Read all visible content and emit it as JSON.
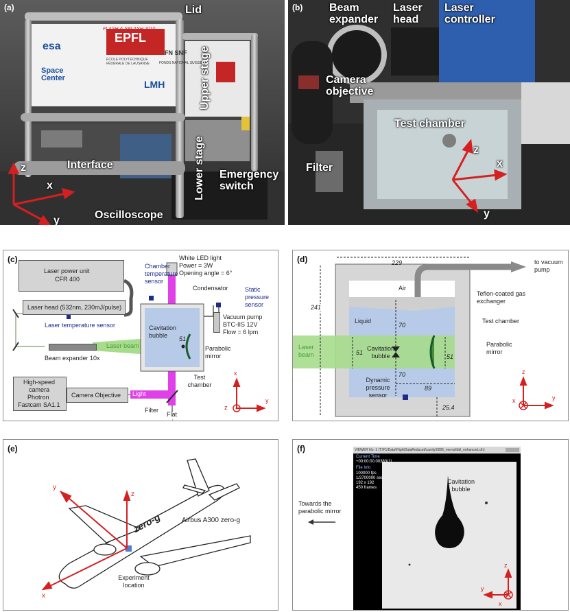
{
  "panels": {
    "a": {
      "label": "(a)",
      "annotations": {
        "lid": "Lid",
        "upper_stage": "Upper stage",
        "lower_stage": "Lower stage",
        "interface": "Interface",
        "emergency_switch": "Emergency switch",
        "oscilloscope": "Oscilloscope"
      },
      "rack_text": {
        "esa": "esa",
        "space_center": "Space Center",
        "flash_splash": "FLASH & SPLASH 2010",
        "epfl": "EPFL",
        "epfl_sub": "ÉCOLE POLYTECHNIQUE FÉDÉRALE DE LAUSANNE",
        "fns": "FN SNF",
        "fns_sub": "FONDS NATIONAL SUISSE",
        "lmh": "LMH"
      },
      "axes": {
        "z": "z",
        "x": "x",
        "y": "y"
      }
    },
    "b": {
      "label": "(b)",
      "annotations": {
        "beam_expander": "Beam expander",
        "laser_head": "Laser head",
        "laser_controller": "Laser controller",
        "camera_objective": "Camera objective",
        "test_chamber": "Test chamber",
        "filter": "Filter"
      },
      "axes": {
        "z": "z",
        "x": "x",
        "y": "y"
      }
    },
    "c": {
      "label": "(c)",
      "laser_power_unit": "Laser power unit",
      "cfr": "CFR 400",
      "laser_head": "Laser head (532nm, 230mJ/pulse)",
      "laser_temp_sensor": "Laser temperature sensor",
      "chamber_temp_sensor": "Chamber temperature sensor",
      "white_led": "White LED light",
      "power": "Power = 3W",
      "opening_angle": "Opening angle = 6°",
      "condensator": "Condensator",
      "static_pressure": "Static pressure sensor",
      "vacuum_pump": "Vacuum pump",
      "btc": "BTC-IIS 12V",
      "flow": "Flow = 6 lpm",
      "cavitation_bubble": "Cavitation bubble",
      "dim_51": "51",
      "laser_beam": "Laser beam",
      "parabolic_mirror": "Parabolic mirror",
      "beam_expander": "Beam expander 10x",
      "test_chamber": "Test chamber",
      "camera_line1": "High-speed",
      "camera_line2": "camera",
      "camera_line3": "Photron",
      "camera_line4": "Fastcam SA1.1",
      "camera_objective": "Camera Objective",
      "light": "Light",
      "filter": "Filter",
      "flat_mirror": "Flat mirror",
      "axes": {
        "x": "x",
        "z": "z",
        "y": "y"
      }
    },
    "d": {
      "label": "(d)",
      "dim_229": "229",
      "to_vacuum": "to vacuum pump",
      "dim_241": "241",
      "air": "Air",
      "teflon": "Teflon-coated gas exchanger",
      "liquid": "Liquid",
      "test_chamber": "Test chamber",
      "dim_70_top": "70",
      "laser_beam": "Laser beam",
      "cavitation_bubble": "Cavitation bubble",
      "parabolic_mirror": "Parabolic mirror",
      "dim_51_left": "51",
      "dim_51_right": "51",
      "dim_70_bottom": "70",
      "dynamic_pressure": "Dynamic pressure sensor",
      "dim_89": "89",
      "dim_25": "25.4",
      "axes": {
        "z": "z",
        "x": "x",
        "y": "y"
      }
    },
    "e": {
      "label": "(e)",
      "airbus": "Airbus A300 zero-g",
      "fuselage": "zero-g",
      "experiment_location": "Experiment location",
      "axes": {
        "y": "y",
        "z": "z",
        "x": "x"
      }
    },
    "f": {
      "label": "(f)",
      "window_title": "VIEWER No. 1 (T:\\F1\\Data\\FlightDataReduced\\cavity\\0005_merra\\Ibbl_enhanced.cih)",
      "current_time_label": "Current Time",
      "current_time": "+00:00:00.00383(1)",
      "file_info_label": "File Info",
      "fps": "100000 fps",
      "shutter": "1/2700000 sec",
      "resolution": "192 x 192",
      "frames": "450 frames",
      "towards": "Towards the parabolic mirror",
      "cavitation_bubble": "Cavitation bubble",
      "axes": {
        "z": "z",
        "y": "y",
        "x": "x"
      }
    }
  },
  "colors": {
    "axis_red": "#d42020",
    "laser_green": "#a7dc8c",
    "light_magenta": "#e040e8",
    "liquid_blue": "#b7cbe8",
    "sensor_navy": "#1d2b8a",
    "box_gray": "#d4d4d4"
  }
}
